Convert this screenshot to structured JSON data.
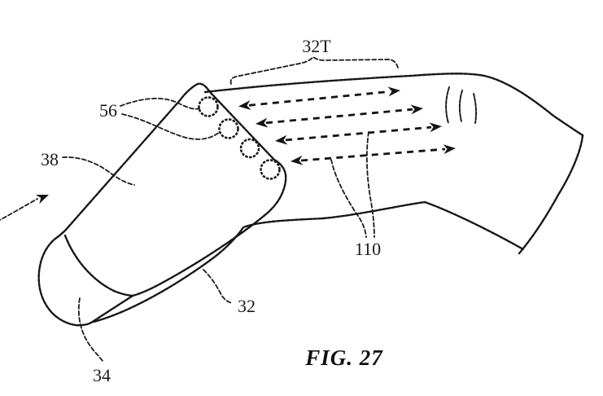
{
  "figure": {
    "type": "patent-line-drawing",
    "subject": "finger wearing fingertip-mounted device with touch-input arrows",
    "caption": "FIG. 27",
    "ink_color": "#161616",
    "background_color": "#ffffff",
    "reference_labels": [
      {
        "ref": "56",
        "text": "56",
        "points_to": "sensor-dots-on-device-edge"
      },
      {
        "ref": "38",
        "text": "38",
        "points_to": "device-sleeve-body"
      },
      {
        "ref": "34",
        "text": "34",
        "points_to": "fingertip-pad"
      },
      {
        "ref": "32",
        "text": "32",
        "points_to": "finger-underside"
      },
      {
        "ref": "32T",
        "text": "32T",
        "points_to": "top-finger-touch-region-brace"
      },
      {
        "ref": "110",
        "text": "110",
        "points_to": "bidirectional-swipe-arrows"
      }
    ],
    "annotation_counts": {
      "sensor_dots": "4",
      "swipe_arrows": "4",
      "knuckle_creases": "3"
    }
  }
}
